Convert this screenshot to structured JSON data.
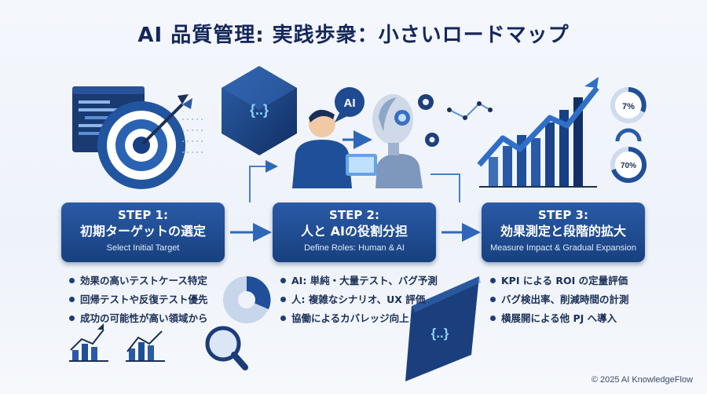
{
  "title": "AI 品質管理: 実践歩衆：小さいロードマップ",
  "steps": [
    {
      "number": "STEP 1:",
      "title_ja": "初期ターゲットの選定",
      "title_en": "Select Initial Target",
      "bullets": [
        "効果の高いテストケース特定",
        "回帰テストや反復テスト優先",
        "成功の可能性が高い領域から"
      ]
    },
    {
      "number": "STEP 2:",
      "title_ja": "人と AIの役割分担",
      "title_en": "Define Roles: Human & AI",
      "bullets": [
        "AI: 単純・大量テスト、バグ予測",
        "人: 複雑なシナリオ、UX 評価",
        "協働によるカバレッジ向上"
      ]
    },
    {
      "number": "STEP 3:",
      "title_ja": "効果測定と段階的拡大",
      "title_en": "Measure Impact & Gradual Expansion",
      "bullets": [
        "KPI による ROI の定量評価",
        "バグ検出率、削減時間の計測",
        "横展開による他 PJ へ導入"
      ]
    }
  ],
  "illustration": {
    "ai_bubble": "AI",
    "code_glyph": "{..}",
    "gauge_top": "7%",
    "gauge_bottom": "70%",
    "icons": [
      "code-window-icon",
      "target-icon",
      "code-cube-icon",
      "person-laptop-icon",
      "robot-icon",
      "gear-icon",
      "growth-chart-icon",
      "gauge-icon",
      "magnifier-icon",
      "pie-chart-icon",
      "bar-chart-icon"
    ]
  },
  "colors": {
    "step_box": "#1d4a8f",
    "title": "#14275a",
    "arrow": "#2f67b8",
    "accent": "#3a78c7"
  },
  "copyright": "© 2025 AI KnowledgeFlow"
}
